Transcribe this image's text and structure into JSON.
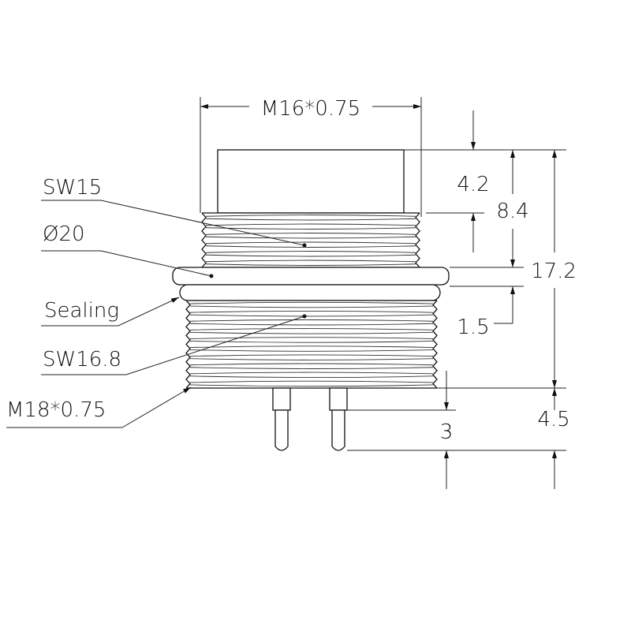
{
  "labels": {
    "sw15": "SW15",
    "dia20": "Ø20",
    "sealing": "Sealing",
    "sw168": "SW16.8",
    "m18": "M18*0.75"
  },
  "dimensions": {
    "m16": "M16*0.75",
    "d42": "4.2",
    "d84": "8.4",
    "d172": "17.2",
    "d15": "1.5",
    "d3": "3",
    "d45": "4.5"
  },
  "colors": {
    "line": "#111111",
    "background": "#ffffff"
  }
}
